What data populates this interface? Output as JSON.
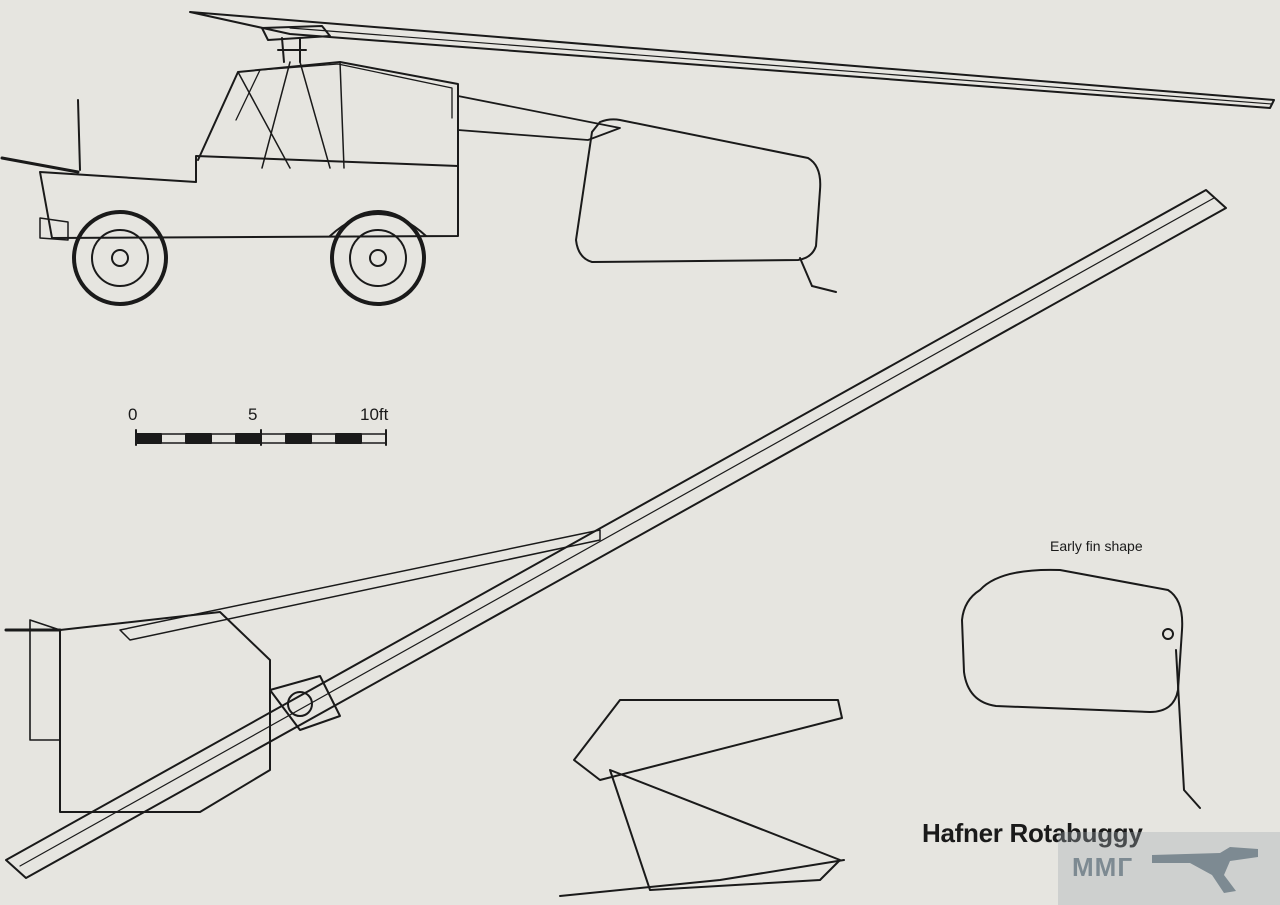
{
  "title": "Hafner Rotabuggy",
  "fin_caption": "Early fin shape",
  "scale": {
    "labels": [
      "0",
      "5",
      "10ft"
    ]
  },
  "watermark": {
    "text": "ММГ",
    "icon": "rifle-icon"
  }
}
